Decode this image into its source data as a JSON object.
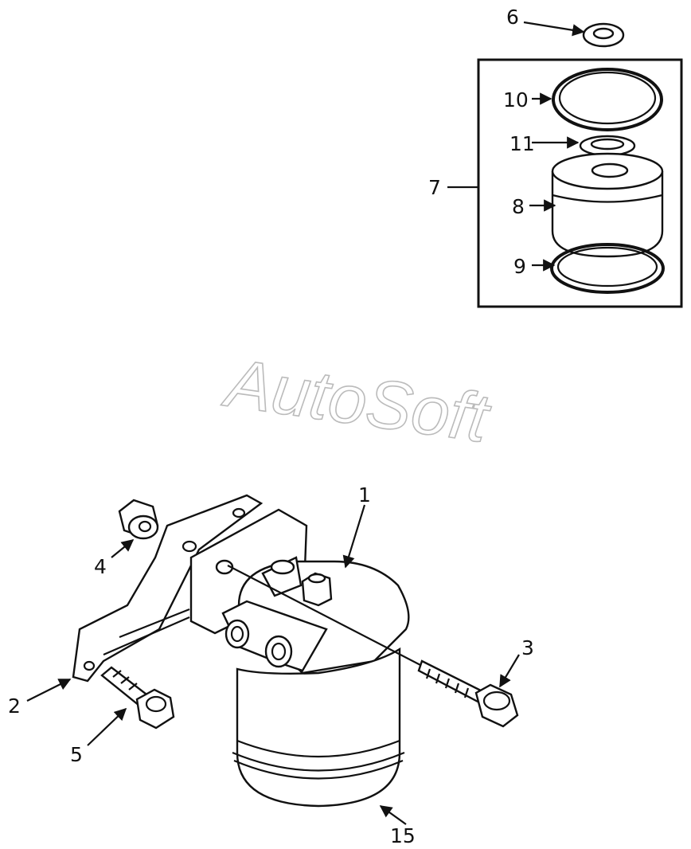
{
  "watermark": "AutoSoft",
  "callouts": {
    "c1": "1",
    "c2": "2",
    "c3": "3",
    "c4": "4",
    "c5": "5",
    "c6": "6",
    "c7": "7",
    "c8": "8",
    "c9": "9",
    "c10": "10",
    "c11": "11",
    "c15": "15"
  }
}
